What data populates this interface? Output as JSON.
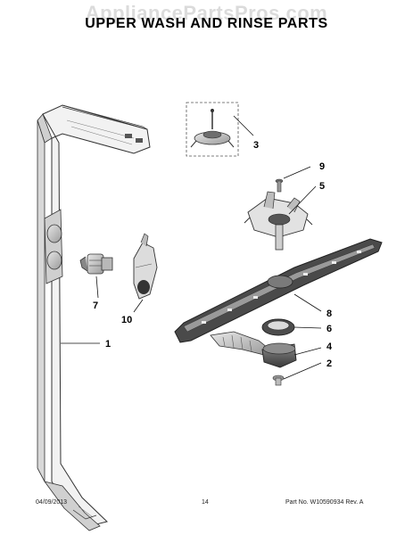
{
  "watermark": "AppliancePartsPros.com",
  "title": "UPPER WASH AND RINSE PARTS",
  "callouts": [
    "1",
    "2",
    "3",
    "4",
    "5",
    "6",
    "7",
    "8",
    "9",
    "10"
  ],
  "footer": {
    "date": "04/09/2013",
    "page": "14",
    "part": "Part No. W10590934  Rev. A"
  }
}
